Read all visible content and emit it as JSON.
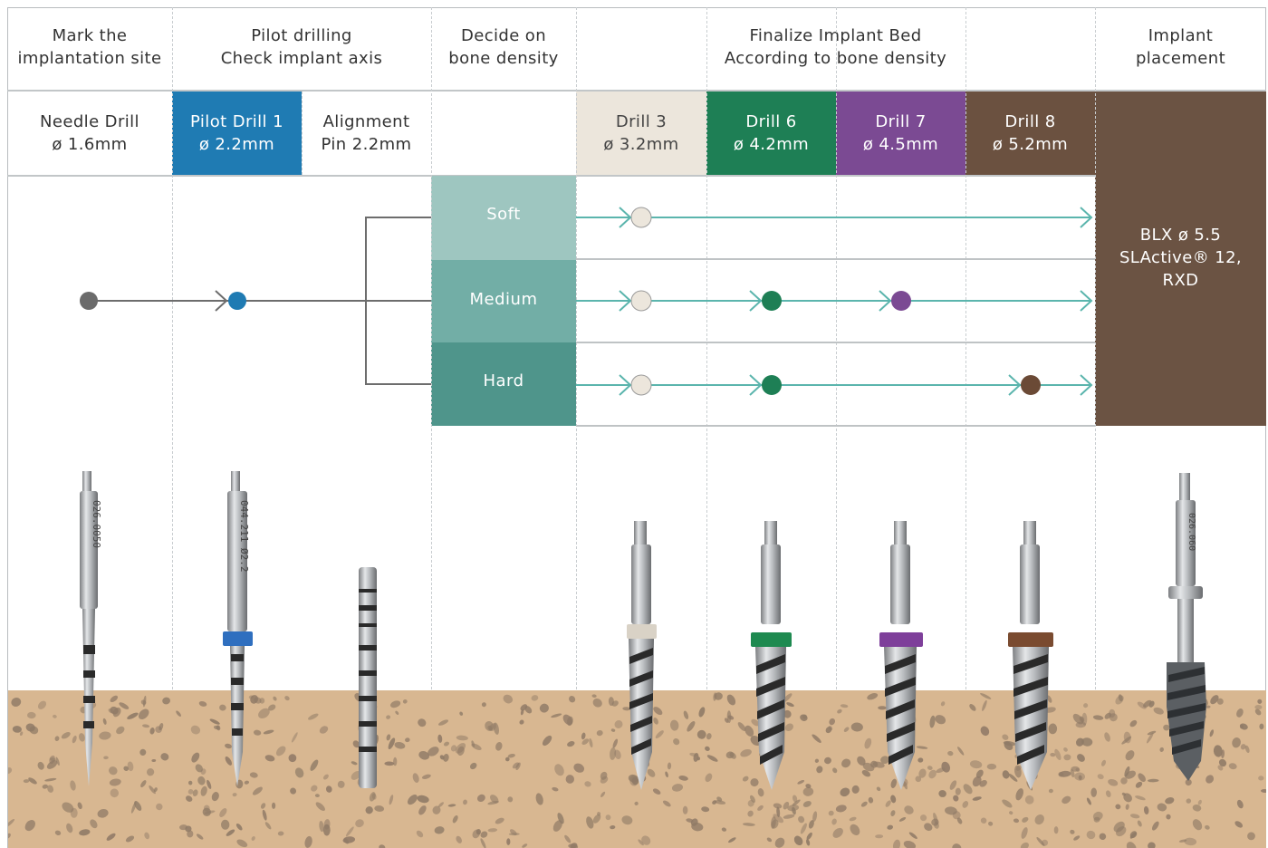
{
  "steps": [
    {
      "line1": "Mark the",
      "line2": "implantation site"
    },
    {
      "line1": "Pilot drilling",
      "line2": "Check implant axis"
    },
    {
      "line1": "Decide on",
      "line2": "bone density"
    },
    {
      "line1": "Finalize Implant Bed",
      "line2": "According to bone density"
    },
    {
      "line1": "Implant",
      "line2": "placement"
    }
  ],
  "tools": [
    {
      "line1": "Needle Drill",
      "line2": "ø 1.6mm",
      "color": "#ffffff"
    },
    {
      "line1": "Pilot Drill 1",
      "line2": "ø 2.2mm",
      "color": "#1f7bb3"
    },
    {
      "line1": "Alignment",
      "line2": "Pin 2.2mm",
      "color": "#ffffff"
    },
    {
      "line1": "Drill 3",
      "line2": "ø 3.2mm",
      "color": "#ece6dc"
    },
    {
      "line1": "Drill 6",
      "line2": "ø 4.2mm",
      "color": "#1e7f55"
    },
    {
      "line1": "Drill 7",
      "line2": "ø 4.5mm",
      "color": "#7b4a93"
    },
    {
      "line1": "Drill 8",
      "line2": "ø 5.2mm",
      "color": "#6b5140"
    }
  ],
  "density": [
    {
      "label": "Soft",
      "color": "#9ec6c0"
    },
    {
      "label": "Medium",
      "color": "#72aea6"
    },
    {
      "label": "Hard",
      "color": "#4f958b"
    }
  ],
  "implant": {
    "line1": "BLX ø 5.5",
    "line2": "SLActive® 12,",
    "line3": "RXD",
    "color": "#6b5343"
  },
  "marks": {
    "needle_drill": "026.0050",
    "pilot_drill": "044.211  Ø2.2",
    "implant": "026.060"
  },
  "colors": {
    "flow_line": "#5bb5ad",
    "connector": "#6d6d6d",
    "needle_dot": "#6b6b6b",
    "pilot_dot": "#1f7bb3",
    "drill3_dot": "#ece6dc",
    "drill6_dot": "#1e7f55",
    "drill7_dot": "#7b4a93",
    "drill8_dot": "#6b4a36",
    "bone": "#d8b791",
    "bone_spot": "#8f7a66"
  }
}
